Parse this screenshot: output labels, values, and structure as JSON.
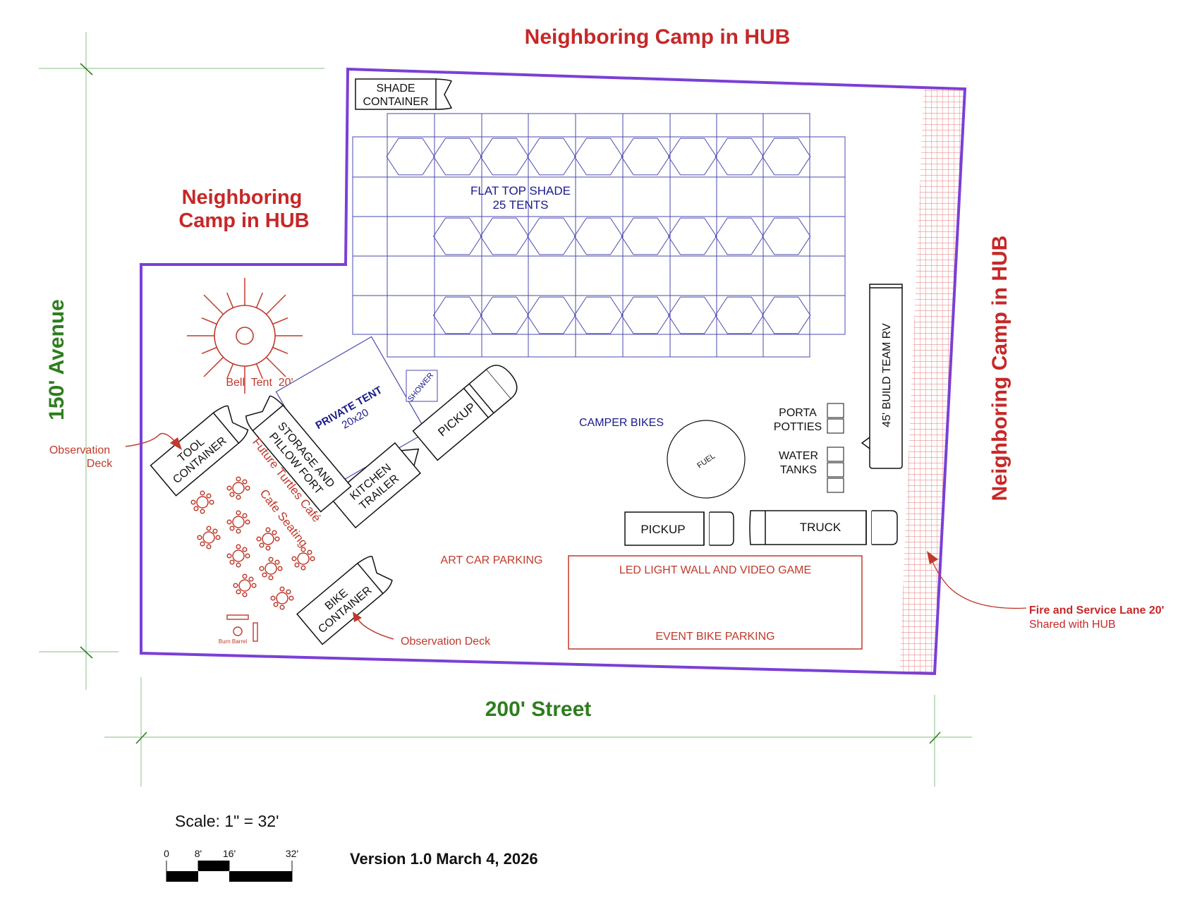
{
  "neighbors": {
    "top": "Neighboring Camp in HUB",
    "left_line1": "Neighboring",
    "left_line2": "Camp in HUB",
    "right": "Neighboring Camp in HUB"
  },
  "dimensions": {
    "avenue": "150' Avenue",
    "street": "200' Street"
  },
  "labels": {
    "shade_container_1": "SHADE",
    "shade_container_2": "CONTAINER",
    "flat_top_1": "FLAT TOP SHADE",
    "flat_top_2": "25 TENTS",
    "bell_tent": "Bell  Tent  20'",
    "private_tent_1": "PRIVATE TENT",
    "private_tent_2": "20x20",
    "shower": "SHOWER",
    "pickup_diag": "PICKUP",
    "pickup": "PICKUP",
    "truck": "TRUCK",
    "tool_1": "TOOL",
    "tool_2": "CONTAINER",
    "storage_1": "STORAGE AND",
    "storage_2": "PILLOW FORT",
    "kitchen_1": "KITCHEN",
    "kitchen_2": "TRAILER",
    "bike_1": "BIKE",
    "bike_2": "CONTAINER",
    "camper_bikes": "CAMPER BIKES",
    "fuel": "FUEL",
    "porta_1": "PORTA",
    "porta_2": "POTTIES",
    "water_1": "WATER",
    "water_2": "TANKS",
    "rv": "45' BUILD TEAM RV",
    "art_car": "ART CAR PARKING",
    "led_wall": "LED LIGHT WALL AND VIDEO GAME",
    "event_bike": "EVENT BIKE PARKING",
    "future_cafe": "Future Turtles Café",
    "cafe_seating": "Cafe Seating",
    "burn_barrel": "Burn Barrel",
    "obs_left_1": "Observation",
    "obs_left_2": "Deck",
    "obs_bottom": "Observation Deck",
    "fire_lane_1": "Fire and Service Lane 20'",
    "fire_lane_2": "Shared with HUB"
  },
  "scale": {
    "title": "Scale: 1\" = 32'",
    "t0": "0",
    "t8": "8'",
    "t16": "16'",
    "t32": "32'"
  },
  "version": "Version 1.0 March 4, 2026",
  "colors": {
    "boundary": "#7b3fd6",
    "neighbor": "#c62828",
    "dimension": "#2e7d1e",
    "shade": "#4a4ab0",
    "camp_red": "#c0392b"
  }
}
